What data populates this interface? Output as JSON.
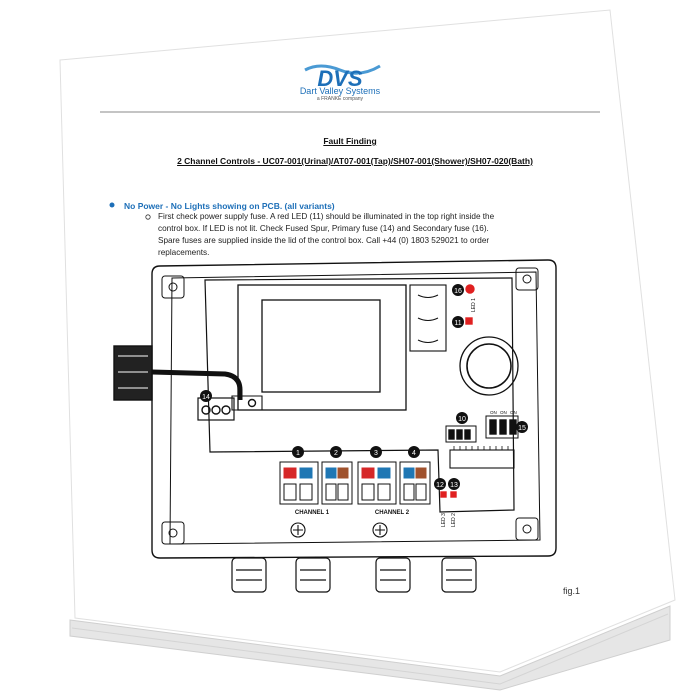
{
  "header": {
    "logo_text": "DVS",
    "brand_name": "Dart Valley Systems",
    "brand_tag": "a FRANKE company"
  },
  "document": {
    "title": "Fault Finding",
    "subtitle": "2 Channel Controls - UC07-001(Urinal)/AT07-001(Tap)/SH07-001(Shower)/SH07-020(Bath)",
    "bullet_heading": "No Power - No Lights showing on PCB. (all variants)",
    "paragraph_lines": [
      "First check power supply fuse. A red LED (11) should be illuminated in the top right inside the",
      "control box.  If LED is not lit. Check Fused Spur, Primary fuse (14) and Secondary fuse (16).",
      "Spare fuses are supplied inside the lid of the control box. Call +44 (0) 1803 529021 to order",
      "replacements."
    ],
    "figure_caption": "fig.1"
  },
  "diagram": {
    "channel_1_label": "CHANNEL 1",
    "channel_2_label": "CHANNEL 2",
    "terminal_numbers": [
      "1",
      "2",
      "3",
      "4"
    ],
    "led_1_label": "LED 1",
    "led_2_label": "LED 2",
    "led_3_label": "LED 3",
    "callout_11": "11",
    "callout_12": "12",
    "callout_13": "13",
    "callout_14": "14",
    "callout_15": "15",
    "callout_16": "16",
    "callout_10": "10",
    "switch_label": "ON",
    "colors": {
      "red_led": "#e02020",
      "terminal_red": "#d62728",
      "terminal_blue": "#1f77b4",
      "terminal_brown": "#a0522d",
      "accent_blue": "#1d6fb8"
    }
  }
}
